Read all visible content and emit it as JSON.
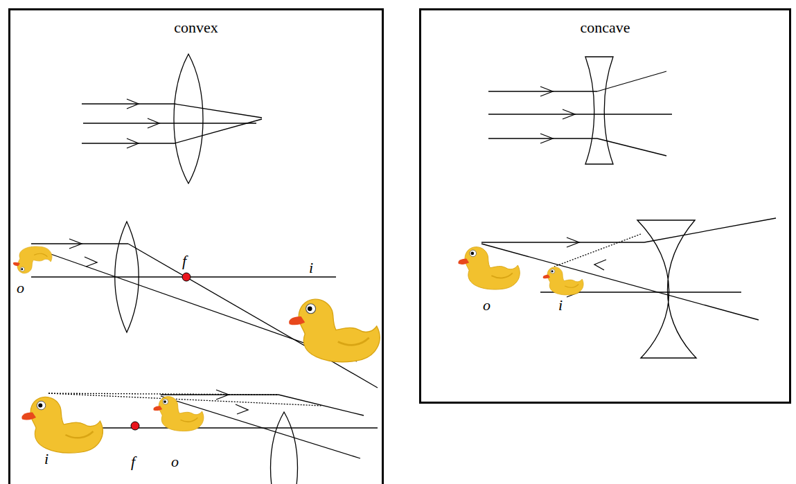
{
  "diagram": {
    "nodes": [
      {
        "text": [
          "convex"
        ]
      },
      {
        "text": [
          "concave"
        ]
      }
    ],
    "labels": [
      "f",
      "i",
      "o",
      "i",
      "f",
      "o",
      "o",
      "i"
    ]
  }
}
